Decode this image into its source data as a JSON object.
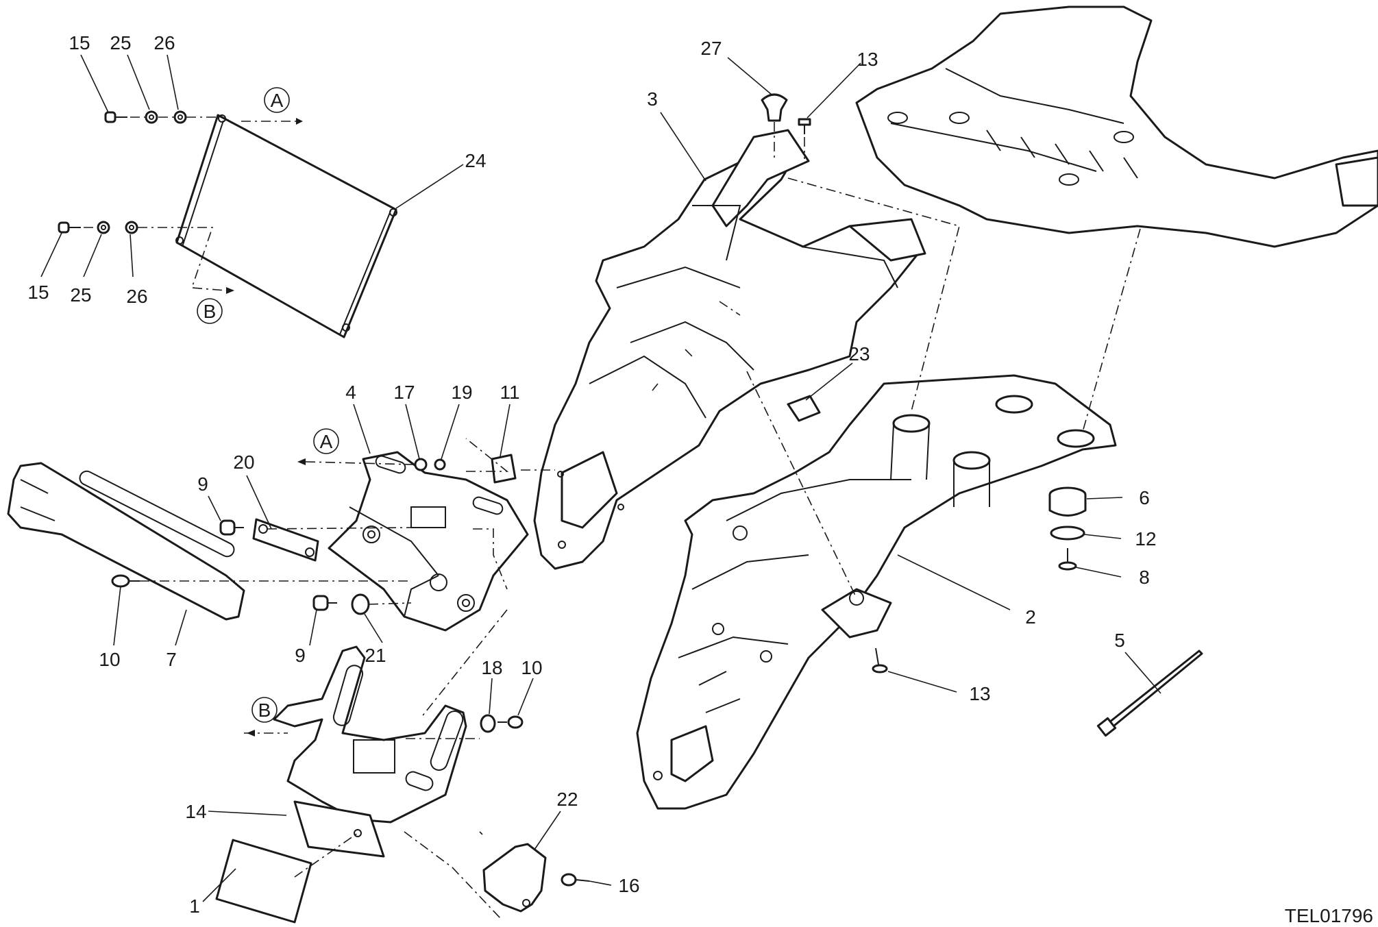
{
  "diagram": {
    "drawing_code": "TEL01796",
    "reference_letters": [
      "A",
      "B"
    ],
    "callouts": [
      {
        "id": "c15a",
        "text": "15"
      },
      {
        "id": "c25a",
        "text": "25"
      },
      {
        "id": "c26a",
        "text": "26"
      },
      {
        "id": "c24",
        "text": "24"
      },
      {
        "id": "c15b",
        "text": "15"
      },
      {
        "id": "c25b",
        "text": "25"
      },
      {
        "id": "c26b",
        "text": "26"
      },
      {
        "id": "c27",
        "text": "27"
      },
      {
        "id": "c13a",
        "text": "13"
      },
      {
        "id": "c3",
        "text": "3"
      },
      {
        "id": "c23",
        "text": "23"
      },
      {
        "id": "c4",
        "text": "4"
      },
      {
        "id": "c17",
        "text": "17"
      },
      {
        "id": "c19",
        "text": "19"
      },
      {
        "id": "c11",
        "text": "11"
      },
      {
        "id": "c20",
        "text": "20"
      },
      {
        "id": "c9a",
        "text": "9"
      },
      {
        "id": "c10a",
        "text": "10"
      },
      {
        "id": "c7",
        "text": "7"
      },
      {
        "id": "c9b",
        "text": "9"
      },
      {
        "id": "c21",
        "text": "21"
      },
      {
        "id": "c18",
        "text": "18"
      },
      {
        "id": "c10b",
        "text": "10"
      },
      {
        "id": "c6",
        "text": "6"
      },
      {
        "id": "c12",
        "text": "12"
      },
      {
        "id": "c8",
        "text": "8"
      },
      {
        "id": "c2",
        "text": "2"
      },
      {
        "id": "c13b",
        "text": "13"
      },
      {
        "id": "c5",
        "text": "5"
      },
      {
        "id": "c14",
        "text": "14"
      },
      {
        "id": "c1",
        "text": "1"
      },
      {
        "id": "c22",
        "text": "22"
      },
      {
        "id": "c16",
        "text": "16"
      }
    ]
  }
}
